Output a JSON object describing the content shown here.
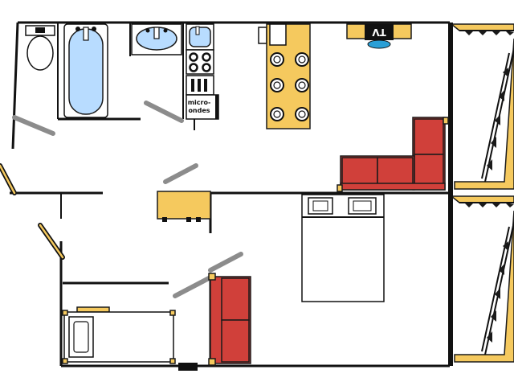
{
  "labels": {
    "tv": "TV",
    "microwave_line1": "micro-",
    "microwave_line2": "ondes"
  },
  "colors": {
    "walls": "#111111",
    "doors": "#8c8c8c",
    "wood": "#f5c95e",
    "sofa": "#d0403a",
    "fixture_blue": "#b8dcff",
    "balcony": "#f5c95e"
  },
  "icons": [
    "toilet-icon",
    "bathtub-icon",
    "sink-icon",
    "stove-icon",
    "dining-table-icon",
    "sofa-icon",
    "tv-icon",
    "double-bed-icon",
    "single-bed-icon",
    "door-icon",
    "balcony-icon"
  ]
}
